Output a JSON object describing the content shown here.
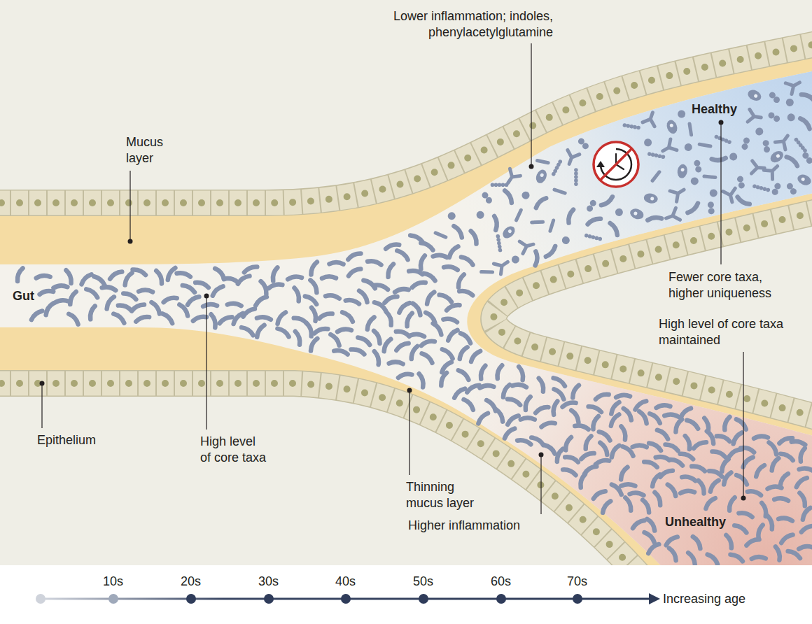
{
  "diagram": {
    "labels": [
      "Lower inflammation; indoles, phenylacetylglutamine",
      "Healthy",
      "Mucus layer",
      "Fewer core taxa, higher uniqueness",
      "Gut",
      "High level of core taxa maintained",
      "Epithelium",
      "High level of core taxa",
      "Thinning mucus layer",
      "Higher inflammation",
      "Unhealthy",
      "10s",
      "20s",
      "30s",
      "40s",
      "50s",
      "60s",
      "70s",
      "Increasing age"
    ]
  }
}
